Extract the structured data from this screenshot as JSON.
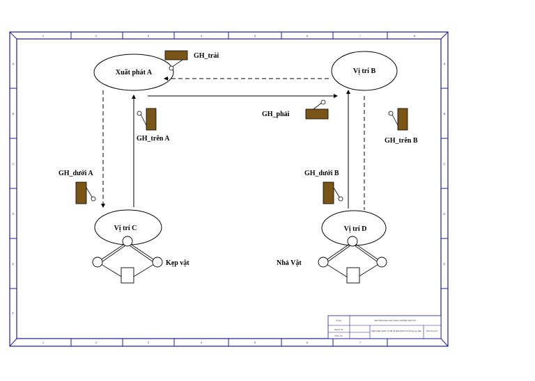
{
  "diagram": {
    "nodes": {
      "start_a": "Xuất phát A",
      "pos_b": "Vị trí B",
      "pos_c": "Vị trí C",
      "pos_d": "Vị trí D"
    },
    "limit_switches": {
      "left": "GH_trái",
      "right": "GH_phải",
      "top_a": "GH_trên A",
      "bottom_a": "GH_dưới A",
      "top_b": "GH_trên B",
      "bottom_b": "GH_dưới B"
    },
    "actions": {
      "grip": "Kẹp vật",
      "release": "Nhả Vật"
    }
  },
  "frame": {
    "columns": [
      "1",
      "2",
      "3",
      "4",
      "5",
      "6",
      "7",
      "8"
    ],
    "rows": [
      "A",
      "B",
      "C",
      "D",
      "E",
      "F"
    ],
    "title_block": {
      "school": "TRƯỜNG ĐẠI HỌC GIAO THÔNG VẬN TẢI",
      "description": "Mạch điều khiển và đồ thị điều khiển hệ thống tay gắp",
      "cells": [
        "Tờ số",
        "Người vẽ",
        "Kiểm tra",
        "Số lượng tờ"
      ]
    }
  },
  "colors": {
    "frame": "#1a1aa0",
    "switch_fill": "#7a5518",
    "line": "#000000"
  }
}
